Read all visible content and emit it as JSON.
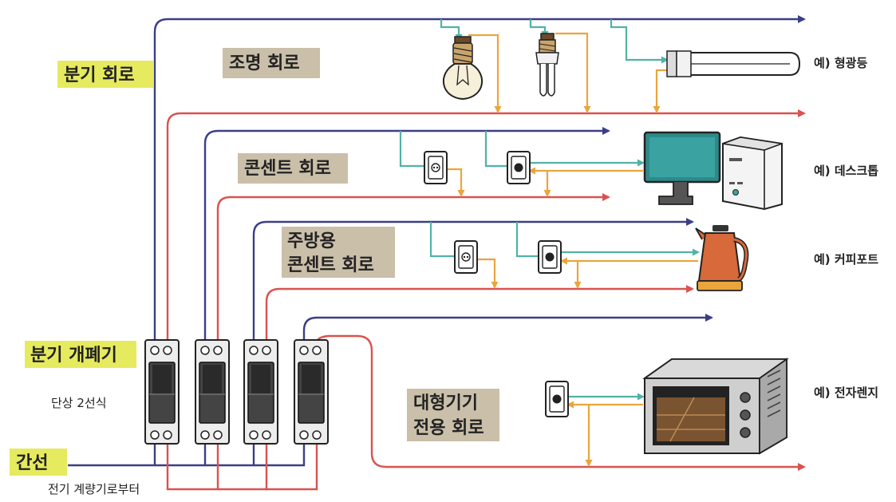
{
  "labels": {
    "branch_circuit": "분기 회로",
    "lighting_circuit": "조명 회로",
    "outlet_circuit": "콘센트 회로",
    "kitchen_outlet_line1": "주방용",
    "kitchen_outlet_line2": "콘센트 회로",
    "large_appliance_line1": "대형기기",
    "large_appliance_line2": "전용 회로",
    "branch_breaker": "분기 개폐기",
    "single_phase": "단상 2선식",
    "main_line": "간선",
    "from_meter": "전기 계량기로부터"
  },
  "examples": {
    "fluorescent": "예) 형광등",
    "desktop": "예) 데스크톱",
    "coffee_pot": "예) 커피포트",
    "microwave": "예) 전자렌지"
  },
  "colors": {
    "hot_wire": "#3b3f86",
    "neutral_wire": "#d9534f",
    "supply_tap": "#4fb3a6",
    "return_tap": "#eaa53c",
    "label_yellow": "#e6ea5f",
    "label_tan": "#cabfa9"
  },
  "icons": [
    "incandescent-bulb-icon",
    "cfl-bulb-icon",
    "fluorescent-tube-icon",
    "outlet-icon",
    "monitor-icon",
    "pc-tower-icon",
    "kettle-icon",
    "microwave-oven-icon",
    "breaker-icon"
  ]
}
